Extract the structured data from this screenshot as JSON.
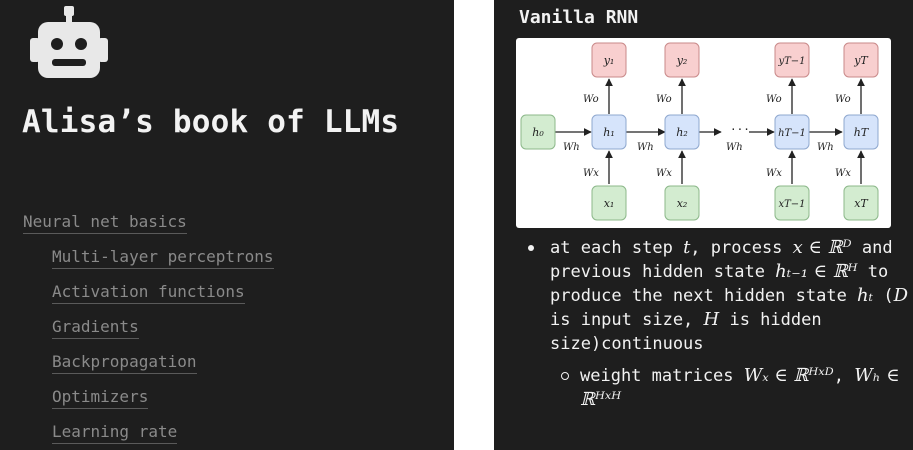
{
  "sidebar": {
    "logo_icon": "robot-icon",
    "title": "Alisa’s book of LLMs",
    "section": "Neural net basics",
    "items": [
      {
        "label": "Multi-layer perceptrons"
      },
      {
        "label": "Activation functions"
      },
      {
        "label": "Gradients"
      },
      {
        "label": "Backpropagation"
      },
      {
        "label": "Optimizers"
      },
      {
        "label": "Learning rate"
      }
    ]
  },
  "content": {
    "title": "Vanilla RNN",
    "diagram": {
      "outputs": [
        "y₁",
        "y₂",
        "yT−1",
        "yT"
      ],
      "hidden": [
        "h₀",
        "h₁",
        "h₂",
        "hT−1",
        "hT"
      ],
      "inputs": [
        "x₁",
        "x₂",
        "xT−1",
        "xT"
      ],
      "ellipsis": "...",
      "w_o": "Wo",
      "w_h": "Wh",
      "w_x": "Wx",
      "colors": {
        "output_fill": "#f8cfcf",
        "output_stroke": "#c98a8a",
        "hidden_fill": "#d6e4fb",
        "hidden_stroke": "#8fa8cf",
        "input_fill": "#d3ecd0",
        "input_stroke": "#8cb88a",
        "h0_fill": "#d3ecd0"
      }
    },
    "bullet1": {
      "t1": "at each step ",
      "m1": "t",
      "t2": ", process ",
      "m2": "x ∈ ℝᴰ",
      "t3": " and previous hidden state ",
      "m3": "hₜ₋₁ ∈ ℝᴴ",
      "t4": " to produce the next hidden state ",
      "m4": "hₜ",
      "t5": " (",
      "m5": "D",
      "t6": " is input size, ",
      "m6": "H",
      "t7": " is hidden size)continuous"
    },
    "bullet2": {
      "t1": "weight matrices ",
      "m1": "Wₓ ∈ ℝᴴˣᴰ",
      "t2": ", ",
      "m2": "Wₕ ∈ ℝᴴˣᴴ"
    }
  }
}
